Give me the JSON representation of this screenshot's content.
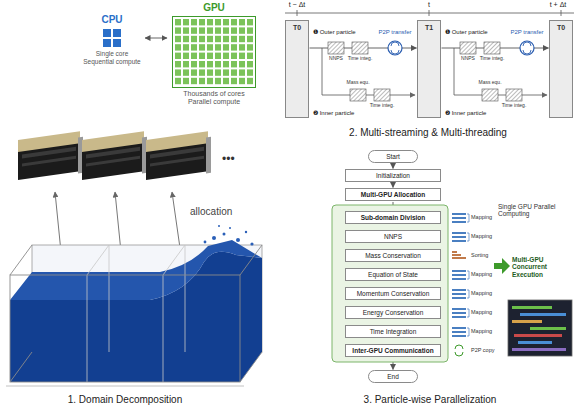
{
  "diagram": {
    "nodes": [
      {
        "text": [
          "CPU",
          "Single core Sequential compute"
        ]
      },
      {
        "text": [
          "GPU",
          "Thousands of cores Parallel compute"
        ]
      },
      {
        "text": [
          "T0"
        ]
      },
      {
        "text": [
          "T1"
        ]
      },
      {
        "text": [
          "T0"
        ]
      },
      {
        "text": [
          "Start"
        ]
      },
      {
        "text": [
          "Initialization"
        ]
      },
      {
        "text": [
          "Multi-GPU Allocation"
        ]
      },
      {
        "text": [
          "Sub-domain Division"
        ]
      },
      {
        "text": [
          "NNPS"
        ]
      },
      {
        "text": [
          "Mass Conservation"
        ]
      },
      {
        "text": [
          "Equation of State"
        ]
      },
      {
        "text": [
          "Momentum Conservation"
        ]
      },
      {
        "text": [
          "Energy Conservation"
        ]
      },
      {
        "text": [
          "Time Integration"
        ]
      },
      {
        "text": [
          "Inter-GPU Communication"
        ]
      },
      {
        "text": [
          "End"
        ]
      }
    ],
    "edges": [
      {
        "from": 0,
        "to": 1,
        "arrow": "both"
      },
      {
        "from": 2,
        "to": 3,
        "arrow": "to"
      },
      {
        "from": 3,
        "to": 4,
        "arrow": "to"
      },
      {
        "from": 5,
        "to": 6,
        "arrow": "to"
      },
      {
        "from": 6,
        "to": 7,
        "arrow": "to"
      },
      {
        "from": 7,
        "to": 8,
        "arrow": "to"
      },
      {
        "from": 8,
        "to": 9,
        "arrow": "to"
      },
      {
        "from": 9,
        "to": 10,
        "arrow": "to"
      },
      {
        "from": 10,
        "to": 11,
        "arrow": "to"
      },
      {
        "from": 11,
        "to": 12,
        "arrow": "to"
      },
      {
        "from": 12,
        "to": 13,
        "arrow": "to"
      },
      {
        "from": 13,
        "to": 14,
        "arrow": "to"
      },
      {
        "from": 14,
        "to": 15,
        "arrow": "to"
      },
      {
        "from": 15,
        "to": 16,
        "arrow": "to"
      },
      {
        "from": 15,
        "to": 8,
        "arrow": "to"
      }
    ],
    "labels": [
      "•••",
      "allocation",
      "1. Domain Decomposition",
      "t − Δt",
      "t",
      "t + Δt",
      "❶ Outer particle",
      "NNPS",
      "Time integ.",
      "P2P transfer",
      "Mass equ.",
      "Time integ.",
      "❷ Inner particle",
      "❶ Outer particle",
      "NNPS",
      "Time integ.",
      "P2P transfer",
      "Mass equ.",
      "Time integ.",
      "❷ Inner particle",
      "2. Multi-streaming & Multi-threading",
      "Mapping",
      "Mapping",
      "Sorting",
      "Mapping",
      "Mapping",
      "Mapping",
      "Mapping",
      "P2P copy",
      "Single GPU Parallel Computing",
      "Multi-GPU Concurrent Execution",
      "3. Particle-wise Parallelization"
    ]
  }
}
